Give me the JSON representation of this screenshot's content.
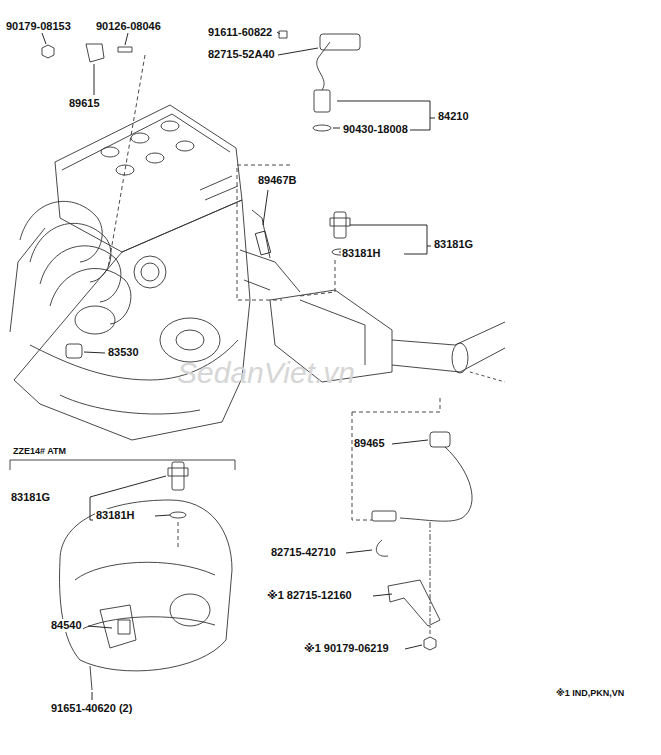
{
  "diagram": {
    "labels": [
      "90179-08153",
      "90126-08046",
      "91611-60822",
      "82715-52A40",
      "89615",
      "84210",
      "90430-18008",
      "89467B",
      "83181G",
      "83181H",
      "83530",
      "SedanViet.vn",
      "ZZE14# ATM",
      "89465",
      "83181G",
      "83181H",
      "82715-42710",
      "※1 82715-12160",
      "84540",
      "※1 90179-06219",
      "91651-40620 (2)",
      "※1 IND,PKN,VN"
    ]
  }
}
